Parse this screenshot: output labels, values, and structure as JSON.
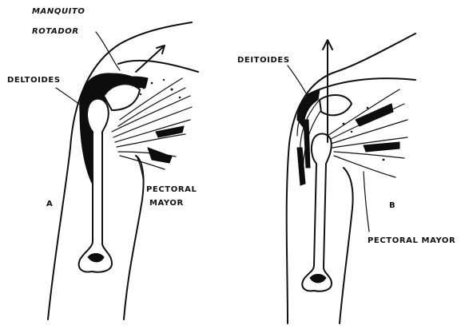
{
  "figure": {
    "panel_a": {
      "letter": "A",
      "labels": {
        "manguito_line1": "MANQUITO",
        "manguito_line2": "ROTADOR",
        "deltoides": "DELTOIDES",
        "pectoral_line1": "PECTORAL",
        "pectoral_line2": "MAYOR"
      }
    },
    "panel_b": {
      "letter": "B",
      "labels": {
        "deltoides": "DEITOIDES",
        "pectoral": "PECTORAL MAYOR"
      }
    }
  }
}
